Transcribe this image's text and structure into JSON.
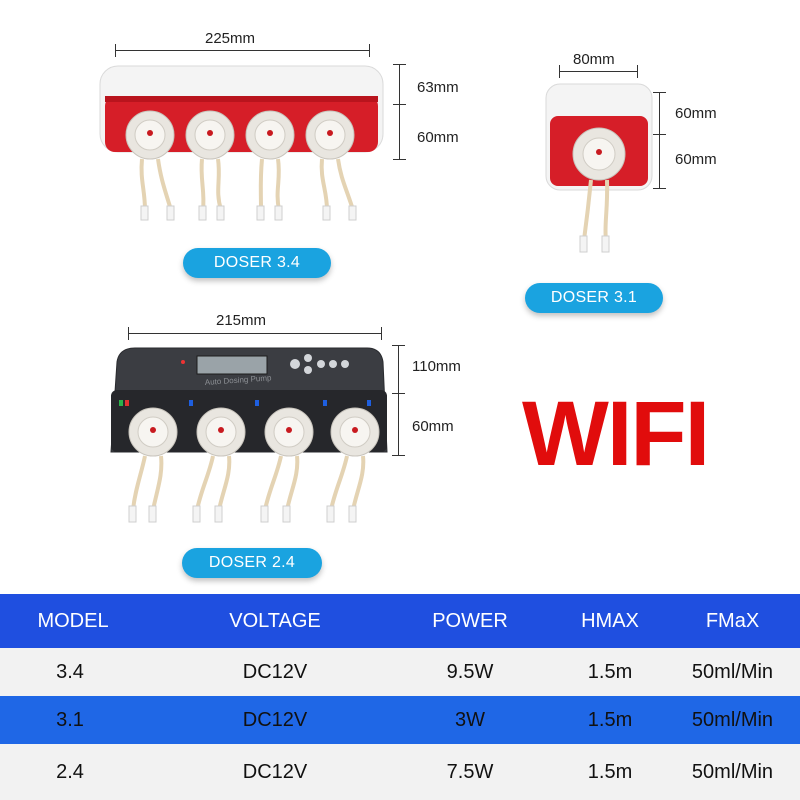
{
  "doser34": {
    "width": "225mm",
    "height_top": "63mm",
    "height_bottom": "60mm",
    "label": "DOSER 3.4"
  },
  "doser31": {
    "width": "80mm",
    "height_top": "60mm",
    "height_bottom": "60mm",
    "label": "DOSER 3.1"
  },
  "doser24": {
    "width": "215mm",
    "height_top": "110mm",
    "height_bottom": "60mm",
    "label": "DOSER 2.4",
    "panel_text": "Auto Dosing Pump"
  },
  "wifi_label": "WIFI",
  "table": {
    "headers": [
      "MODEL",
      "VOLTAGE",
      "POWER",
      "HMAX",
      "FMaX"
    ],
    "rows": [
      [
        "3.4",
        "DC12V",
        "9.5W",
        "1.5m",
        "50ml/Min"
      ],
      [
        "3.1",
        "DC12V",
        "3W",
        "1.5m",
        "50ml/Min"
      ],
      [
        "2.4",
        "DC12V",
        "7.5W",
        "1.5m",
        "50ml/Min"
      ]
    ]
  },
  "colors": {
    "header_blue": "#1f4fe0",
    "row_blue": "#1f67e6",
    "row_grey": "#f2f2f2",
    "pump_red": "#d61e28",
    "badge_blue": "#1aa3e0",
    "wifi_red": "#e10c0c"
  }
}
